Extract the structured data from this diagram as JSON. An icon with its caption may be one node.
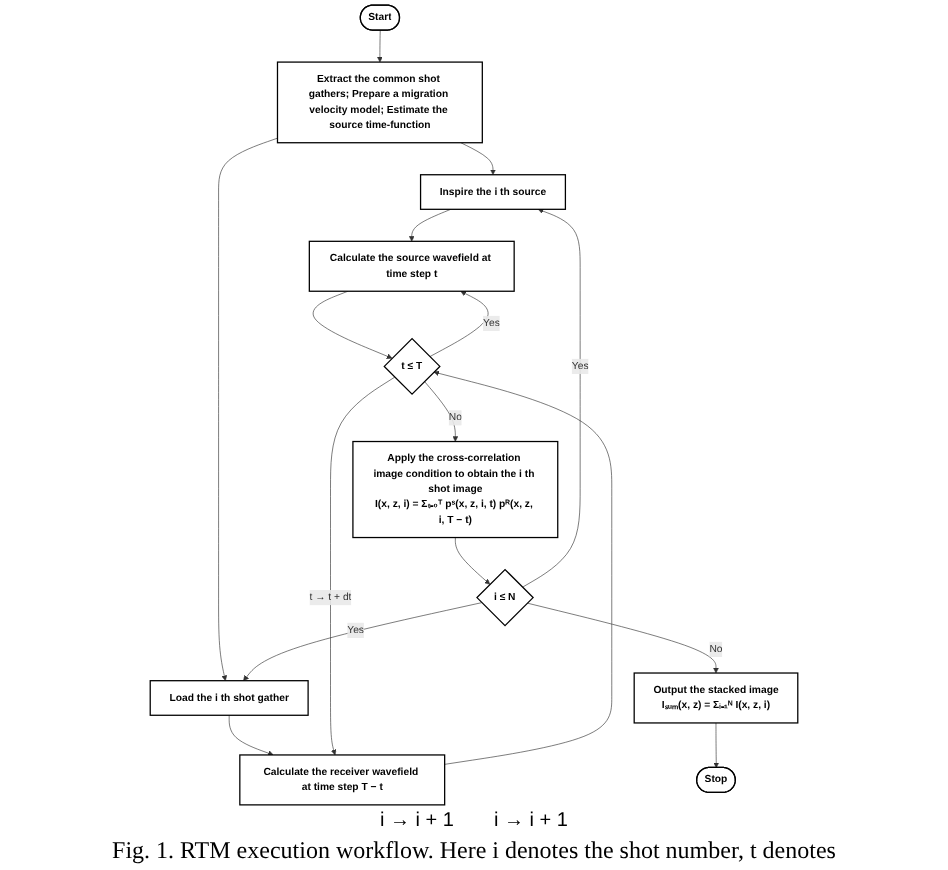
{
  "diagram": {
    "caption": "Fig. 1.   RTM execution workflow. Here i denotes the shot number, t denotes",
    "nodes": [
      {
        "text": [
          "Start"
        ]
      },
      {
        "text": [
          "Extract the common shot gathers; Prepare a migration velocity model; Estimate the source time-function"
        ]
      },
      {
        "text": [
          "Inspire the i th source"
        ]
      },
      {
        "text": [
          "Load the i th shot gather"
        ]
      },
      {
        "text": [
          "Calculate the source wavefield at time step t"
        ]
      },
      {
        "text": [
          "Calculate the receiver wavefield at time step T − t"
        ]
      },
      {
        "text": [
          "t ≤ T"
        ]
      },
      {
        "text": [
          "Apply the cross-correlation image condition to obtain the i th shot image",
          "I(x, z, i) = Σₜ₌₀ᵀ pˢ(x, z, i, t) pᴿ(x, z, i, T − t)"
        ]
      },
      {
        "text": [
          "i ≤ N"
        ]
      },
      {
        "text": [
          "Output the stacked image",
          "Iₛᵤₘ(x, z) = Σᵢ₌₁ᴺ I(x, z, i)"
        ]
      },
      {
        "text": [
          "Stop"
        ]
      }
    ],
    "edges": [
      {
        "from": 0,
        "to": 1,
        "arrow": "to"
      },
      {
        "from": 1,
        "to": 2,
        "arrow": "to"
      },
      {
        "from": 1,
        "to": 3,
        "arrow": "to"
      },
      {
        "from": 2,
        "to": 4,
        "arrow": "to"
      },
      {
        "from": 3,
        "to": 5,
        "arrow": "to"
      },
      {
        "from": 4,
        "to": 6,
        "arrow": "to"
      },
      {
        "from": 5,
        "to": 6,
        "arrow": "to"
      },
      {
        "from": 6,
        "to": 4,
        "arrow": "to",
        "label": "Yes"
      },
      {
        "from": 6,
        "to": 5,
        "arrow": "to",
        "label": "t → t + dt"
      },
      {
        "from": 6,
        "to": 7,
        "arrow": "to",
        "label": "No"
      },
      {
        "from": 7,
        "to": 8,
        "arrow": "to"
      },
      {
        "from": 8,
        "to": 2,
        "arrow": "to",
        "label": "Yes"
      },
      {
        "from": 8,
        "to": 3,
        "arrow": "to",
        "label": "Yes"
      },
      {
        "from": 8,
        "to": 9,
        "arrow": "to",
        "label": "No"
      },
      {
        "from": 9,
        "to": 10,
        "arrow": "to"
      }
    ],
    "labels": [
      "i → i + 1",
      "i → i + 1"
    ]
  }
}
